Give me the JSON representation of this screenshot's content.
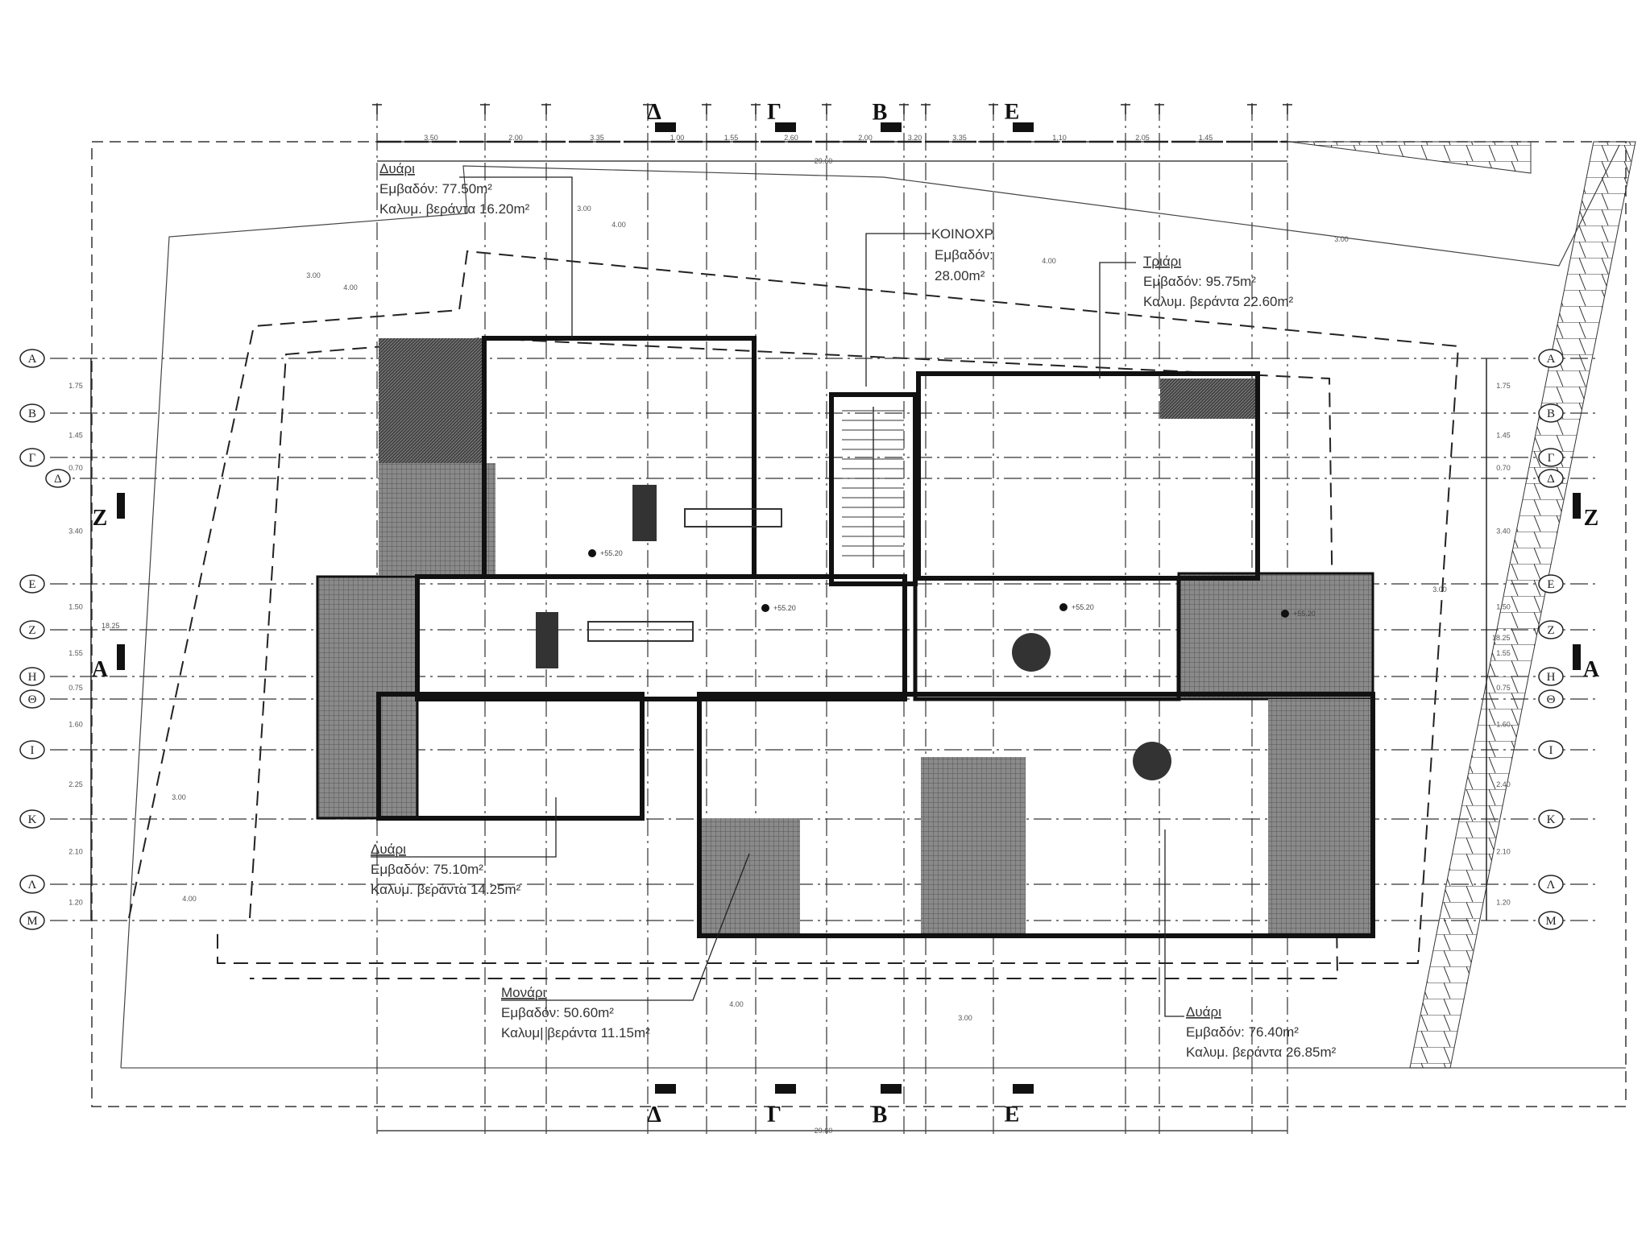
{
  "apartments": [
    {
      "type": "Δυάρι",
      "area": "Εμβαδόν: 77.50m²",
      "veranda": "Καλυμ. βεράντα 16.20m²"
    },
    {
      "type": "Τριάρι",
      "area": "Εμβαδόν: 95.75m²",
      "veranda": "Καλυμ. βεράντα 22.60m²"
    },
    {
      "type": "Δυάρι",
      "area": "Εμβαδόν: 75.10m²",
      "veranda": "Καλυμ. βεράντα 14.25m²"
    },
    {
      "type": "Μονάρι",
      "area": "Εμβαδόν: 50.60m²",
      "veranda": "Καλυμ| βεράντα 11.15m²"
    },
    {
      "type": "Δυάρι",
      "area": "Εμβαδόν: 76.40m²",
      "veranda": "Καλυμ. βεράντα 26.85m²"
    }
  ],
  "common": {
    "name": "ΚΟΙΝΟΧΡ.",
    "area_label": "Εμβαδόν:",
    "area": "28.00m²"
  },
  "grid_rows": [
    "Α",
    "Β",
    "Γ",
    "Δ",
    "Ε",
    "Ζ",
    "Η",
    "Θ",
    "Ι",
    "Κ",
    "Λ",
    "Μ"
  ],
  "row_dims_left": [
    "1.75",
    "1.45",
    "0.70",
    "3.40",
    "1.50",
    "1.55",
    "0.75",
    "1.60",
    "2.25",
    "2.10",
    "1.20"
  ],
  "row_dims_right": [
    "1.75",
    "1.45",
    "0.70",
    "3.40",
    "1.50",
    "1.55",
    "0.75",
    "1.60",
    "2.40",
    "2.10",
    "1.20"
  ],
  "row_total": "18.25",
  "col_dims": [
    "3.50",
    "2.00",
    "3.35",
    "1.00",
    "1.55",
    "2.60",
    "2.00",
    "3.20",
    "3.35",
    "1.10",
    "2.05",
    "1.45"
  ],
  "col_total": "29.60",
  "sections": {
    "vertical": [
      "Δ",
      "Γ",
      "Β",
      "Ε"
    ],
    "horizontal": [
      "Ζ",
      "Α"
    ]
  },
  "setbacks": [
    "3.00",
    "4.00",
    "3.00",
    "4.00",
    "4.00",
    "3.00",
    "3.00",
    "4.00",
    "3.00",
    "4.00",
    "3.00"
  ],
  "elevations": [
    "+55.20",
    "+55.20",
    "+55.20",
    "+55.20"
  ]
}
